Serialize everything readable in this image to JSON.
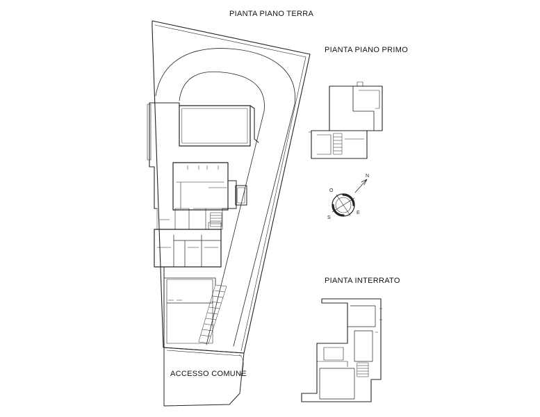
{
  "labels": {
    "ground_floor": "PIANTA PIANO TERRA",
    "first_floor": "PIANTA PIANO PRIMO",
    "basement": "PIANTA INTERRATO",
    "common_access": "ACCESSO COMUNE"
  },
  "compass": {
    "north": "N",
    "east": "E",
    "south": "S",
    "west": "O"
  }
}
